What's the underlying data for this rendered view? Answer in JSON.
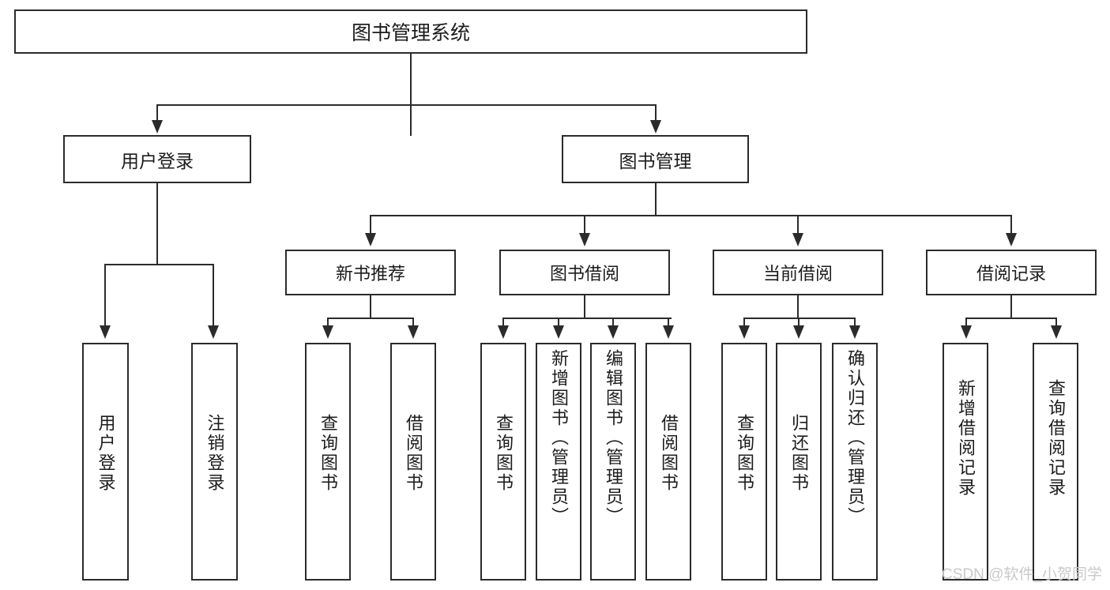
{
  "diagram": {
    "type": "tree",
    "title": "图书管理系统",
    "root": {
      "label": "图书管理系统"
    },
    "level2": [
      {
        "label": "用户登录"
      },
      {
        "label": "图书管理"
      }
    ],
    "level3": [
      {
        "label": "新书推荐"
      },
      {
        "label": "图书借阅"
      },
      {
        "label": "当前借阅"
      },
      {
        "label": "借阅记录"
      }
    ],
    "leaves": {
      "user_login": [
        {
          "label": "用户登录"
        },
        {
          "label": "注销登录"
        }
      ],
      "new_book_recommend": [
        {
          "label": "查询图书"
        },
        {
          "label": "借阅图书"
        }
      ],
      "book_borrow": [
        {
          "label": "查询图书"
        },
        {
          "label": "新增图书（管理员）"
        },
        {
          "label": "编辑图书（管理员）"
        },
        {
          "label": "借阅图书"
        }
      ],
      "current_borrow": [
        {
          "label": "查询图书"
        },
        {
          "label": "归还图书"
        },
        {
          "label": "确认归还（管理员）"
        }
      ],
      "borrow_record": [
        {
          "label": "新增借阅记录"
        },
        {
          "label": "查询借阅记录"
        }
      ]
    }
  },
  "watermark": {
    "text": "CSDN @软件_小贺同学",
    "color": "#c9c9c9"
  },
  "colors": {
    "stroke": "#2b2b2b",
    "fill": "#ffffff",
    "text": "#1c1c1c"
  }
}
